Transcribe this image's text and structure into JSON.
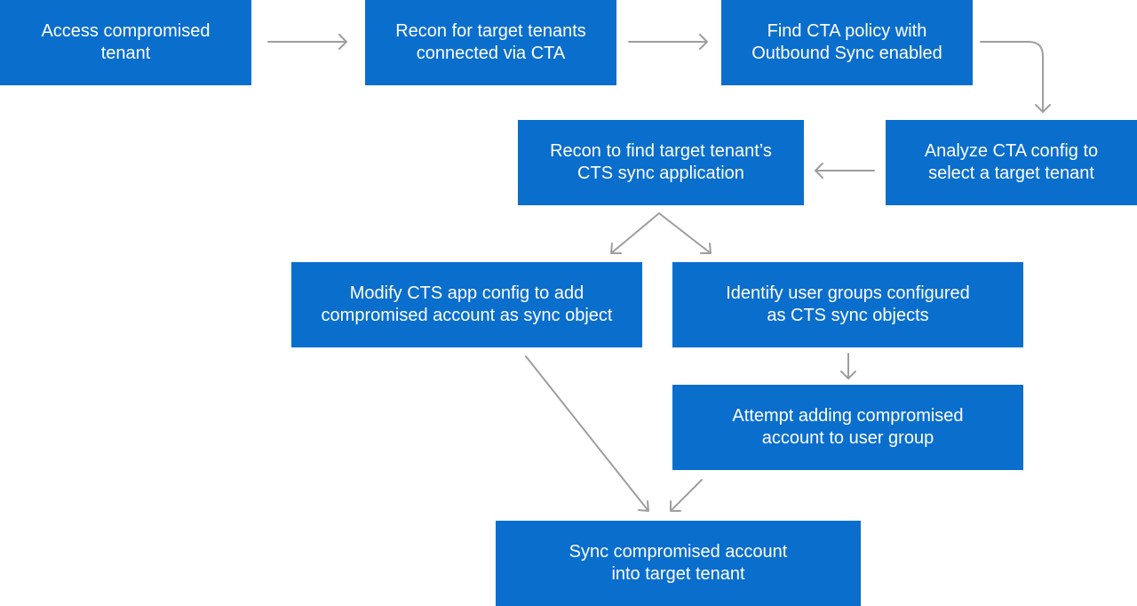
{
  "diagram": {
    "type": "flowchart",
    "colors": {
      "node_fill": "#0a6ecd",
      "node_text": "#ffffff",
      "connector": "#9e9e9e",
      "background": "#ffffff"
    },
    "nodes": {
      "access": {
        "label": "Access compromised\ntenant"
      },
      "recon_tenants": {
        "label": "Recon for target tenants\nconnected via CTA"
      },
      "find_policy": {
        "label": "Find CTA policy with\nOutbound Sync enabled"
      },
      "analyze": {
        "label": "Analyze CTA config to\nselect a target tenant"
      },
      "recon_sync_app": {
        "label": "Recon to find target tenant’s\nCTS sync application"
      },
      "modify_config": {
        "label": "Modify CTS app config to add\ncompromised account as sync object"
      },
      "identify_groups": {
        "label": "Identify user groups configured\nas CTS sync objects"
      },
      "attempt_add": {
        "label": "Attempt adding compromised\naccount to user group"
      },
      "sync_account": {
        "label": "Sync compromised account\ninto target tenant"
      }
    },
    "edges": [
      {
        "from": "access",
        "to": "recon_tenants"
      },
      {
        "from": "recon_tenants",
        "to": "find_policy"
      },
      {
        "from": "find_policy",
        "to": "analyze"
      },
      {
        "from": "analyze",
        "to": "recon_sync_app"
      },
      {
        "from": "recon_sync_app",
        "to": "modify_config"
      },
      {
        "from": "recon_sync_app",
        "to": "identify_groups"
      },
      {
        "from": "identify_groups",
        "to": "attempt_add"
      },
      {
        "from": "modify_config",
        "to": "sync_account"
      },
      {
        "from": "attempt_add",
        "to": "sync_account"
      }
    ]
  }
}
